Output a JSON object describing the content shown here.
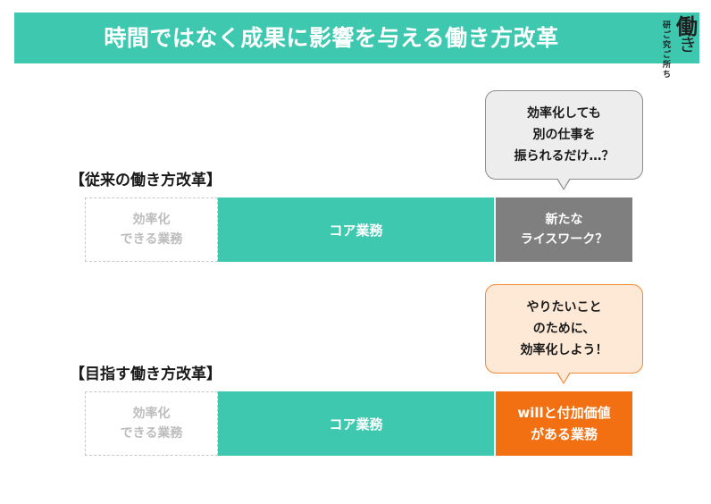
{
  "header": {
    "title": "時間ではなく成果に影響を与える働き方改革",
    "logo_small": "研ご究ご所ち",
    "logo_big": "働",
    "logo_big2": "き"
  },
  "traditional": {
    "title": "【従来の働き方改革】",
    "efficiency_box": [
      "効率化",
      "できる業務"
    ],
    "core_box": "コア業務",
    "new_work_box": [
      "新たな",
      "ライスワーク？"
    ],
    "bubble": [
      "効率化しても",
      "別の仕事を",
      "振られるだけ…？"
    ]
  },
  "target": {
    "title": "【目指す働き方改革】",
    "efficiency_box": [
      "効率化",
      "できる業務"
    ],
    "core_box": "コア業務",
    "will_box": [
      "willと付加価値",
      "がある業務"
    ],
    "bubble": [
      "やりたいこと",
      "のために、",
      "効率化しよう！"
    ]
  },
  "colors": {
    "teal": "#3ec8b0",
    "gray": "#7f7f7f",
    "orange": "#f26f12",
    "bubble_gray_bg": "#ededed",
    "bubble_peach_bg": "#fde9d6"
  }
}
